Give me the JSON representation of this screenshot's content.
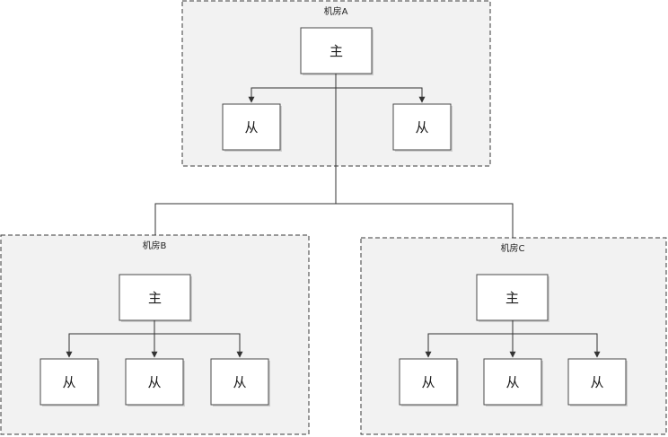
{
  "rooms": {
    "a": {
      "label": "机房A",
      "master": "主",
      "slaves": [
        "从",
        "从"
      ]
    },
    "b": {
      "label": "机房B",
      "master": "主",
      "slaves": [
        "从",
        "从",
        "从"
      ]
    },
    "c": {
      "label": "机房C",
      "master": "主",
      "slaves": [
        "从",
        "从",
        "从"
      ]
    }
  }
}
